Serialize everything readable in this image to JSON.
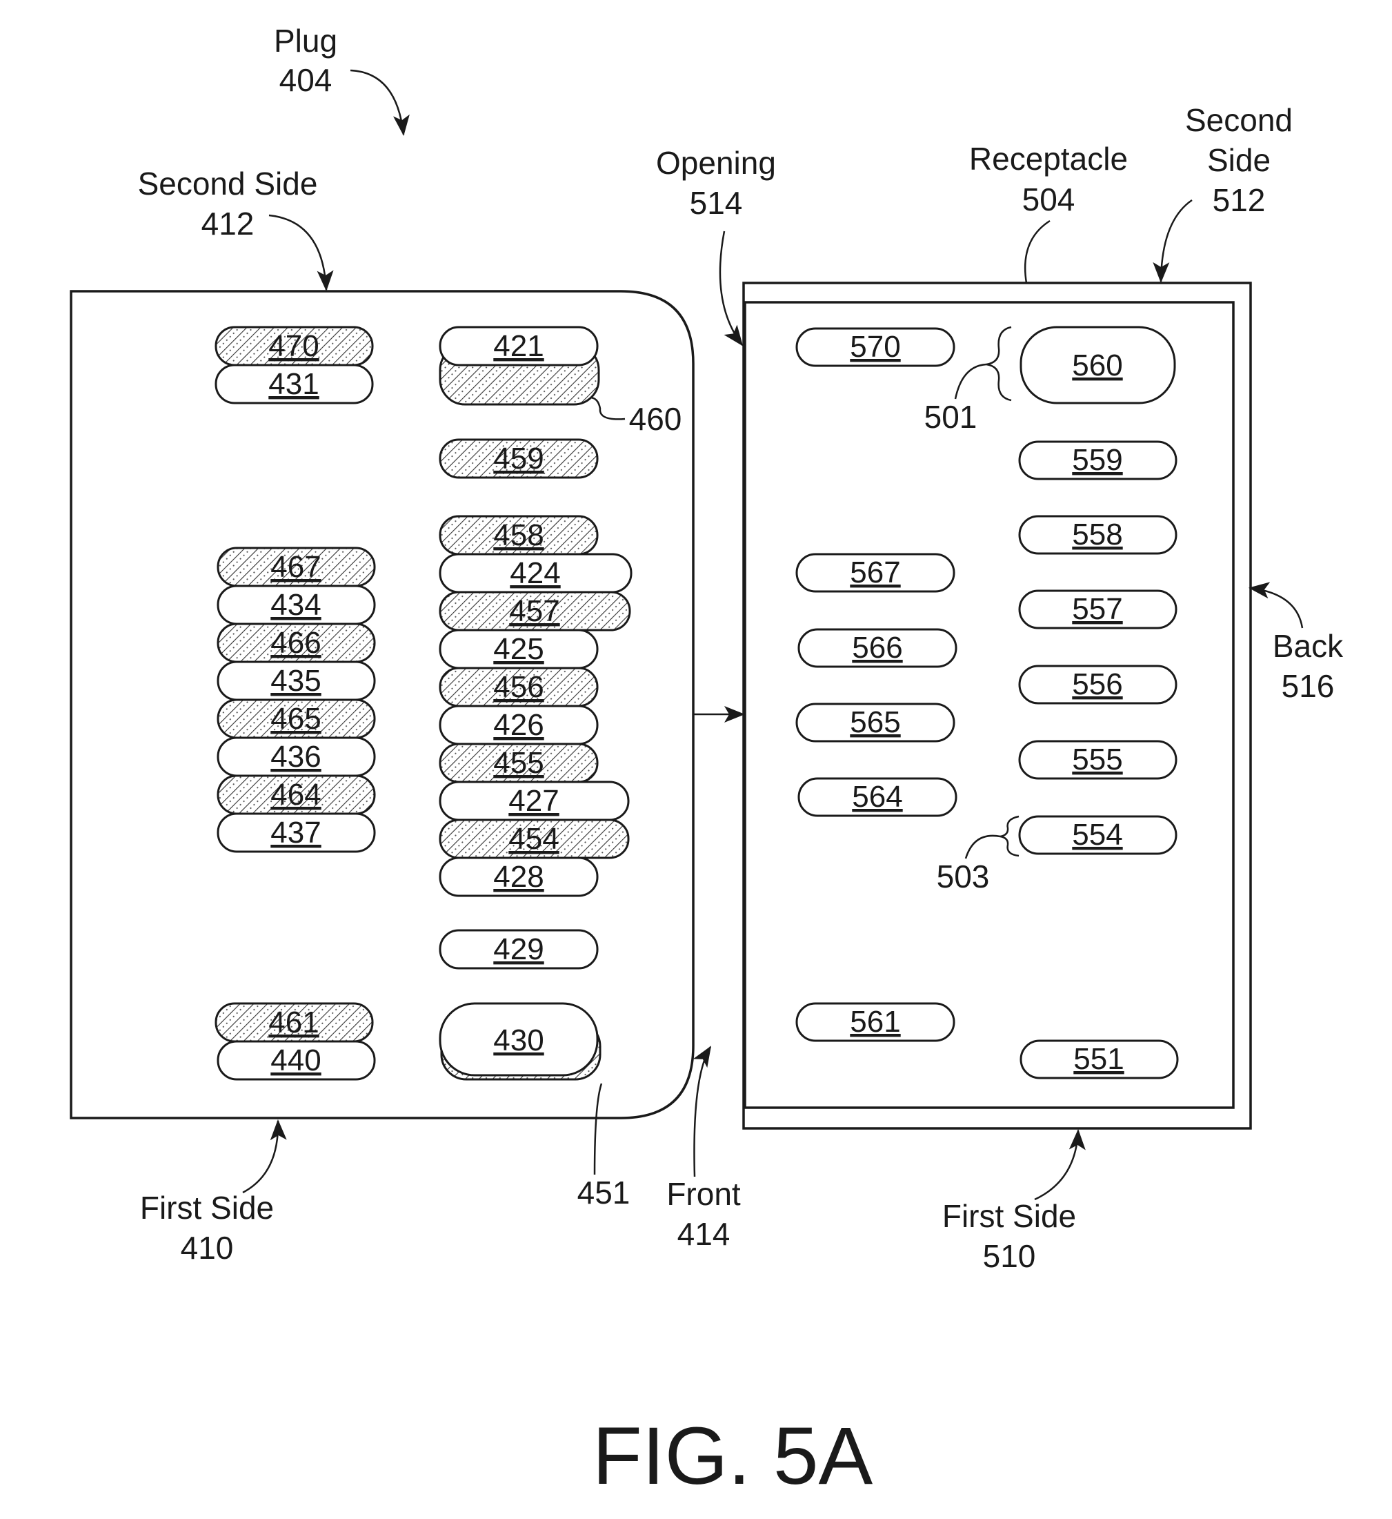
{
  "plug": {
    "title": "Plug",
    "ref": "404",
    "second_side": "Second Side",
    "second_side_ref": "412",
    "first_side": "First Side",
    "first_side_ref": "410",
    "front": "Front",
    "front_ref": "414",
    "callout_460": "460",
    "callout_451": "451"
  },
  "receptacle": {
    "title": "Receptacle",
    "ref": "504",
    "opening": "Opening",
    "opening_ref": "514",
    "second_side_line1": "Second",
    "second_side_line2": "Side",
    "second_side_ref": "512",
    "back": "Back",
    "back_ref": "516",
    "first_side": "First Side",
    "first_side_ref": "510",
    "callout_501": "501",
    "callout_503": "503"
  },
  "plug_pads": [
    {
      "label": "470",
      "hatched": true
    },
    {
      "label": "431",
      "hatched": false
    },
    {
      "label": "421",
      "hatched": false
    },
    {
      "label": "459",
      "hatched": true
    },
    {
      "label": "458",
      "hatched": true
    },
    {
      "label": "467",
      "hatched": true
    },
    {
      "label": "424",
      "hatched": false
    },
    {
      "label": "434",
      "hatched": false
    },
    {
      "label": "457",
      "hatched": true
    },
    {
      "label": "466",
      "hatched": true
    },
    {
      "label": "425",
      "hatched": false
    },
    {
      "label": "435",
      "hatched": false
    },
    {
      "label": "456",
      "hatched": true
    },
    {
      "label": "465",
      "hatched": true
    },
    {
      "label": "426",
      "hatched": false
    },
    {
      "label": "436",
      "hatched": false
    },
    {
      "label": "455",
      "hatched": true
    },
    {
      "label": "464",
      "hatched": true
    },
    {
      "label": "427",
      "hatched": false
    },
    {
      "label": "437",
      "hatched": false
    },
    {
      "label": "454",
      "hatched": true
    },
    {
      "label": "428",
      "hatched": false
    },
    {
      "label": "429",
      "hatched": false
    },
    {
      "label": "461",
      "hatched": true
    },
    {
      "label": "440",
      "hatched": false
    },
    {
      "label": "430",
      "hatched": false
    }
  ],
  "receptacle_pads": [
    "570",
    "560",
    "559",
    "558",
    "567",
    "557",
    "566",
    "556",
    "565",
    "555",
    "564",
    "554",
    "561",
    "551"
  ],
  "figure_title": "FIG. 5A"
}
